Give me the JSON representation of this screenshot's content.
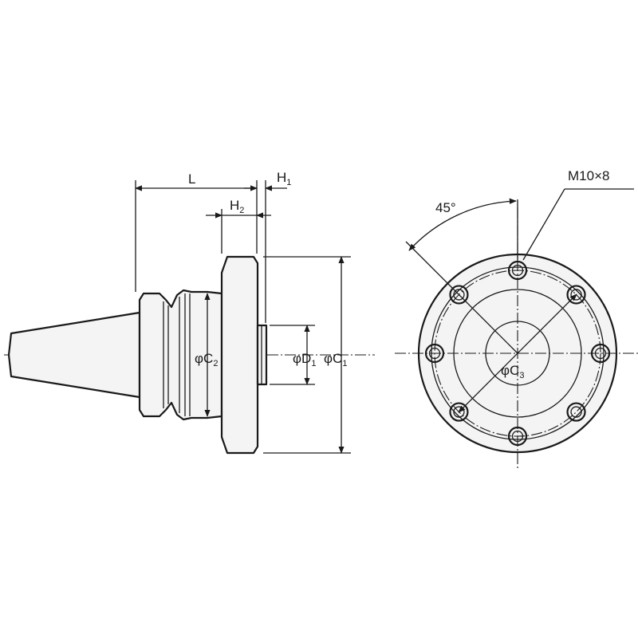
{
  "labels": {
    "L": "L",
    "H1": "H",
    "H1_sub": "1",
    "H2": "H",
    "H2_sub": "2",
    "C2": "C",
    "C2_sub": "2",
    "D1": "D",
    "D1_sub": "1",
    "C1": "C",
    "C1_sub": "1",
    "C3": "C",
    "C3_sub": "3",
    "phi": "φ",
    "angle": "45°",
    "thread": "M10×8"
  },
  "bolt_holes": {
    "count": 8,
    "angle_step_deg": 45
  }
}
